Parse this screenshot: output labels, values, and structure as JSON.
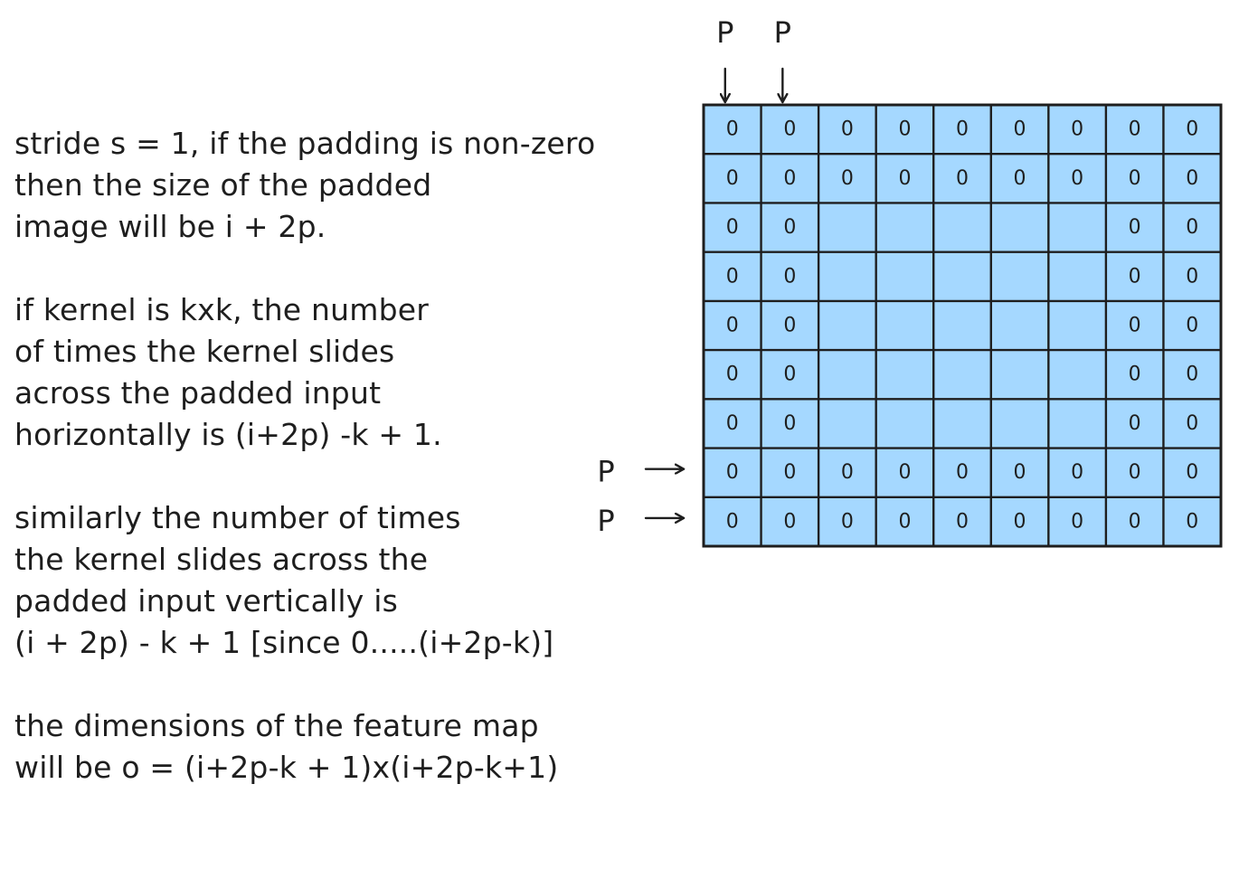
{
  "notes": {
    "paragraphs": [
      {
        "lines": [
          "stride s = 1, if the padding is non-zero",
          "then the size of the padded",
          "image will be i + 2p."
        ]
      },
      {
        "lines": [
          "if kernel is kxk, the number",
          "of times the kernel slides",
          "across the padded input",
          "horizontally is (i+2p) -k + 1."
        ]
      },
      {
        "lines": [
          "similarly the number of times",
          "the kernel slides across the",
          "padded input vertically is",
          "(i + 2p) - k + 1 [since 0.....(i+2p-k)]"
        ]
      },
      {
        "lines": [
          "the dimensions of the feature map",
          "will be o = (i+2p-k + 1)x(i+2p-k+1)"
        ]
      }
    ]
  },
  "grid": {
    "rows": 9,
    "cols": 9,
    "padding_width": 2,
    "cell_value": "0",
    "fill_color": "#a5d8ff",
    "stroke_color": "#1e1e1e"
  },
  "padding_labels": {
    "top": [
      "P",
      "P"
    ],
    "left": [
      "P",
      "P"
    ]
  }
}
